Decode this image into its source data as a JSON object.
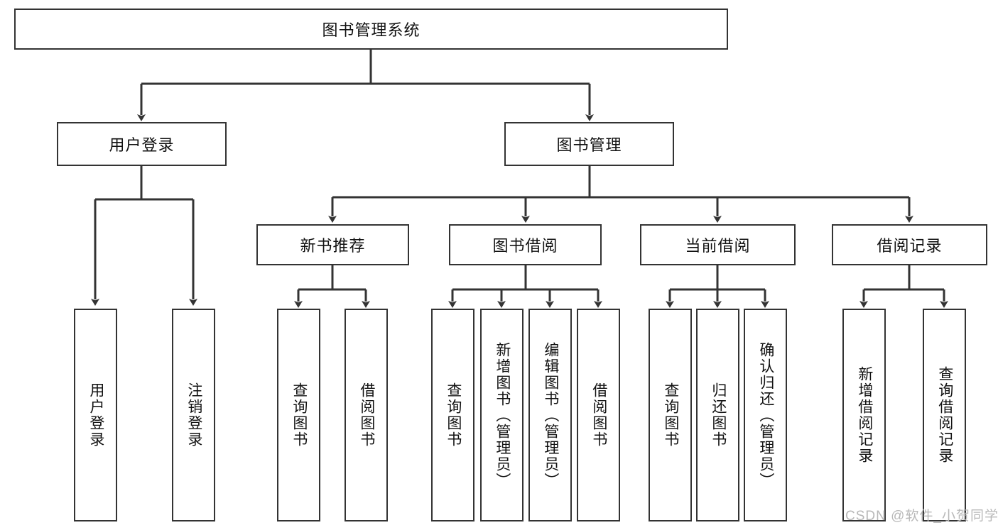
{
  "diagram": {
    "type": "tree-hierarchy",
    "title": "图书管理系统",
    "root": {
      "id": "root",
      "label": "图书管理系统",
      "orientation": "horizontal"
    },
    "level1": [
      {
        "id": "user-login",
        "label": "用户登录",
        "orientation": "horizontal"
      },
      {
        "id": "book-manage",
        "label": "图书管理",
        "orientation": "horizontal"
      }
    ],
    "level2": [
      {
        "id": "new-book-recommend",
        "label": "新书推荐",
        "orientation": "horizontal",
        "parent": "book-manage"
      },
      {
        "id": "book-borrow",
        "label": "图书借阅",
        "orientation": "horizontal",
        "parent": "book-manage"
      },
      {
        "id": "current-borrow",
        "label": "当前借阅",
        "orientation": "horizontal",
        "parent": "book-manage"
      },
      {
        "id": "borrow-record",
        "label": "借阅记录",
        "orientation": "horizontal",
        "parent": "book-manage"
      }
    ],
    "leaves": [
      {
        "id": "leaf-user-login",
        "label": "用户登录",
        "orientation": "vertical",
        "parent": "user-login"
      },
      {
        "id": "leaf-logout-login",
        "label": "注销登录",
        "orientation": "vertical",
        "parent": "user-login"
      },
      {
        "id": "leaf-query-book-1",
        "label": "查询图书",
        "orientation": "vertical",
        "parent": "new-book-recommend"
      },
      {
        "id": "leaf-borrow-book-1",
        "label": "借阅图书",
        "orientation": "vertical",
        "parent": "new-book-recommend"
      },
      {
        "id": "leaf-query-book-2",
        "label": "查询图书",
        "orientation": "vertical",
        "parent": "book-borrow"
      },
      {
        "id": "leaf-add-book",
        "label": "新增图书（管理员）",
        "orientation": "vertical",
        "parent": "book-borrow"
      },
      {
        "id": "leaf-edit-book",
        "label": "编辑图书（管理员）",
        "orientation": "vertical",
        "parent": "book-borrow"
      },
      {
        "id": "leaf-borrow-book-2",
        "label": "借阅图书",
        "orientation": "vertical",
        "parent": "book-borrow"
      },
      {
        "id": "leaf-query-book-3",
        "label": "查询图书",
        "orientation": "vertical",
        "parent": "current-borrow"
      },
      {
        "id": "leaf-return-book",
        "label": "归还图书",
        "orientation": "vertical",
        "parent": "current-borrow"
      },
      {
        "id": "leaf-confirm-return",
        "label": "确认归还（管理员）",
        "orientation": "vertical",
        "parent": "current-borrow"
      },
      {
        "id": "leaf-add-record",
        "label": "新增借阅记录",
        "orientation": "vertical",
        "parent": "borrow-record"
      },
      {
        "id": "leaf-query-record",
        "label": "查询借阅记录",
        "orientation": "vertical",
        "parent": "borrow-record"
      }
    ],
    "watermark": "CSDN @软件_小贺同学",
    "colors": {
      "stroke": "#333333",
      "fill": "#ffffff",
      "text": "#111111",
      "watermark": "#b8b8b8"
    }
  }
}
